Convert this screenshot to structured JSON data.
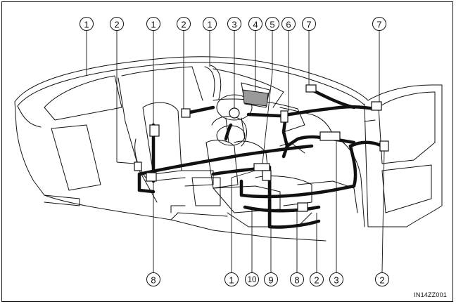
{
  "figure": {
    "code": "IN14ZZ001",
    "colors": {
      "line": "#111111",
      "fill": "#ffffff",
      "accent_panel": "#9a9a9a"
    }
  },
  "callouts_top": [
    "1",
    "2",
    "1",
    "2",
    "1",
    "3",
    "4",
    "5",
    "6",
    "7",
    "7"
  ],
  "callouts_bottom": [
    "8",
    "1",
    "10",
    "9",
    "8",
    "2",
    "3",
    "2"
  ]
}
